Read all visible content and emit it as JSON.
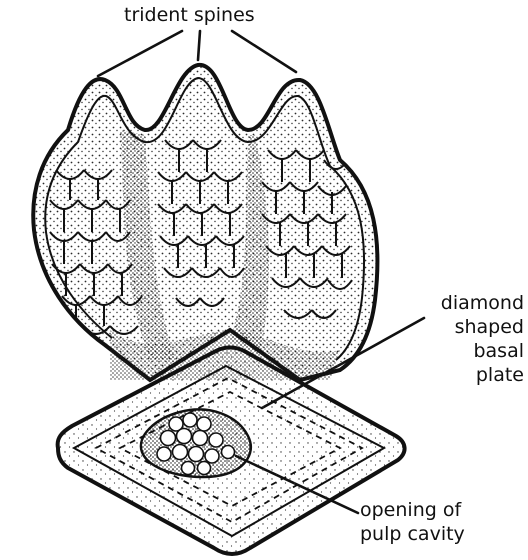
{
  "labels": {
    "trident_spines": "trident spines",
    "basal_plate": [
      "diamond",
      "shaped",
      "basal",
      "plate"
    ],
    "pulp_cavity": [
      "opening of",
      "pulp cavity"
    ]
  },
  "colors": {
    "ink": "#111111",
    "stipple": "#2a2a2a",
    "background": "#ffffff"
  }
}
